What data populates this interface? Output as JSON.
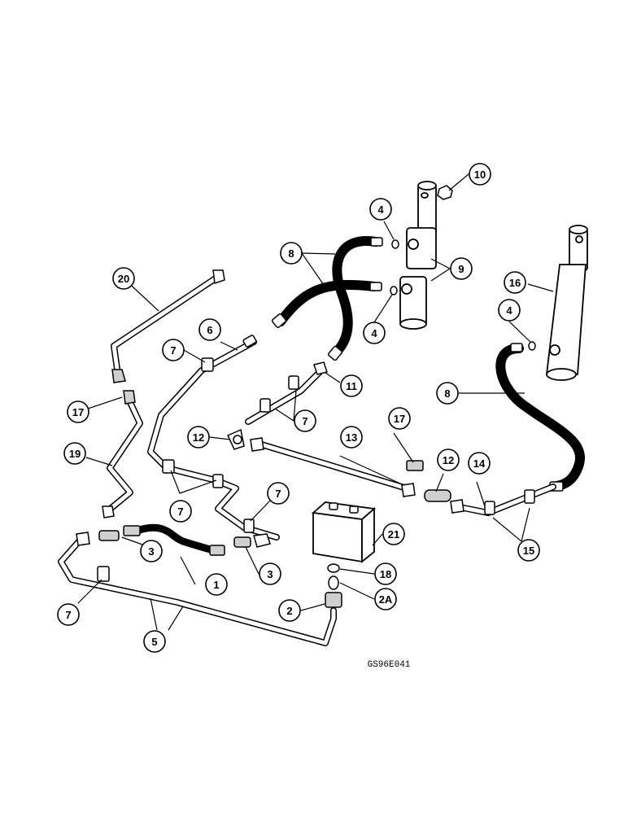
{
  "figure_code": "GS96E041",
  "callouts": [
    {
      "label": "1"
    },
    {
      "label": "2"
    },
    {
      "label": "2A"
    },
    {
      "label": "3"
    },
    {
      "label": "3"
    },
    {
      "label": "4"
    },
    {
      "label": "4"
    },
    {
      "label": "4"
    },
    {
      "label": "5"
    },
    {
      "label": "6"
    },
    {
      "label": "7"
    },
    {
      "label": "7"
    },
    {
      "label": "7"
    },
    {
      "label": "7"
    },
    {
      "label": "7"
    },
    {
      "label": "8"
    },
    {
      "label": "8"
    },
    {
      "label": "9"
    },
    {
      "label": "10"
    },
    {
      "label": "11"
    },
    {
      "label": "12"
    },
    {
      "label": "12"
    },
    {
      "label": "13"
    },
    {
      "label": "14"
    },
    {
      "label": "15"
    },
    {
      "label": "16"
    },
    {
      "label": "17"
    },
    {
      "label": "17"
    },
    {
      "label": "18"
    },
    {
      "label": "19"
    },
    {
      "label": "20"
    },
    {
      "label": "21"
    }
  ]
}
